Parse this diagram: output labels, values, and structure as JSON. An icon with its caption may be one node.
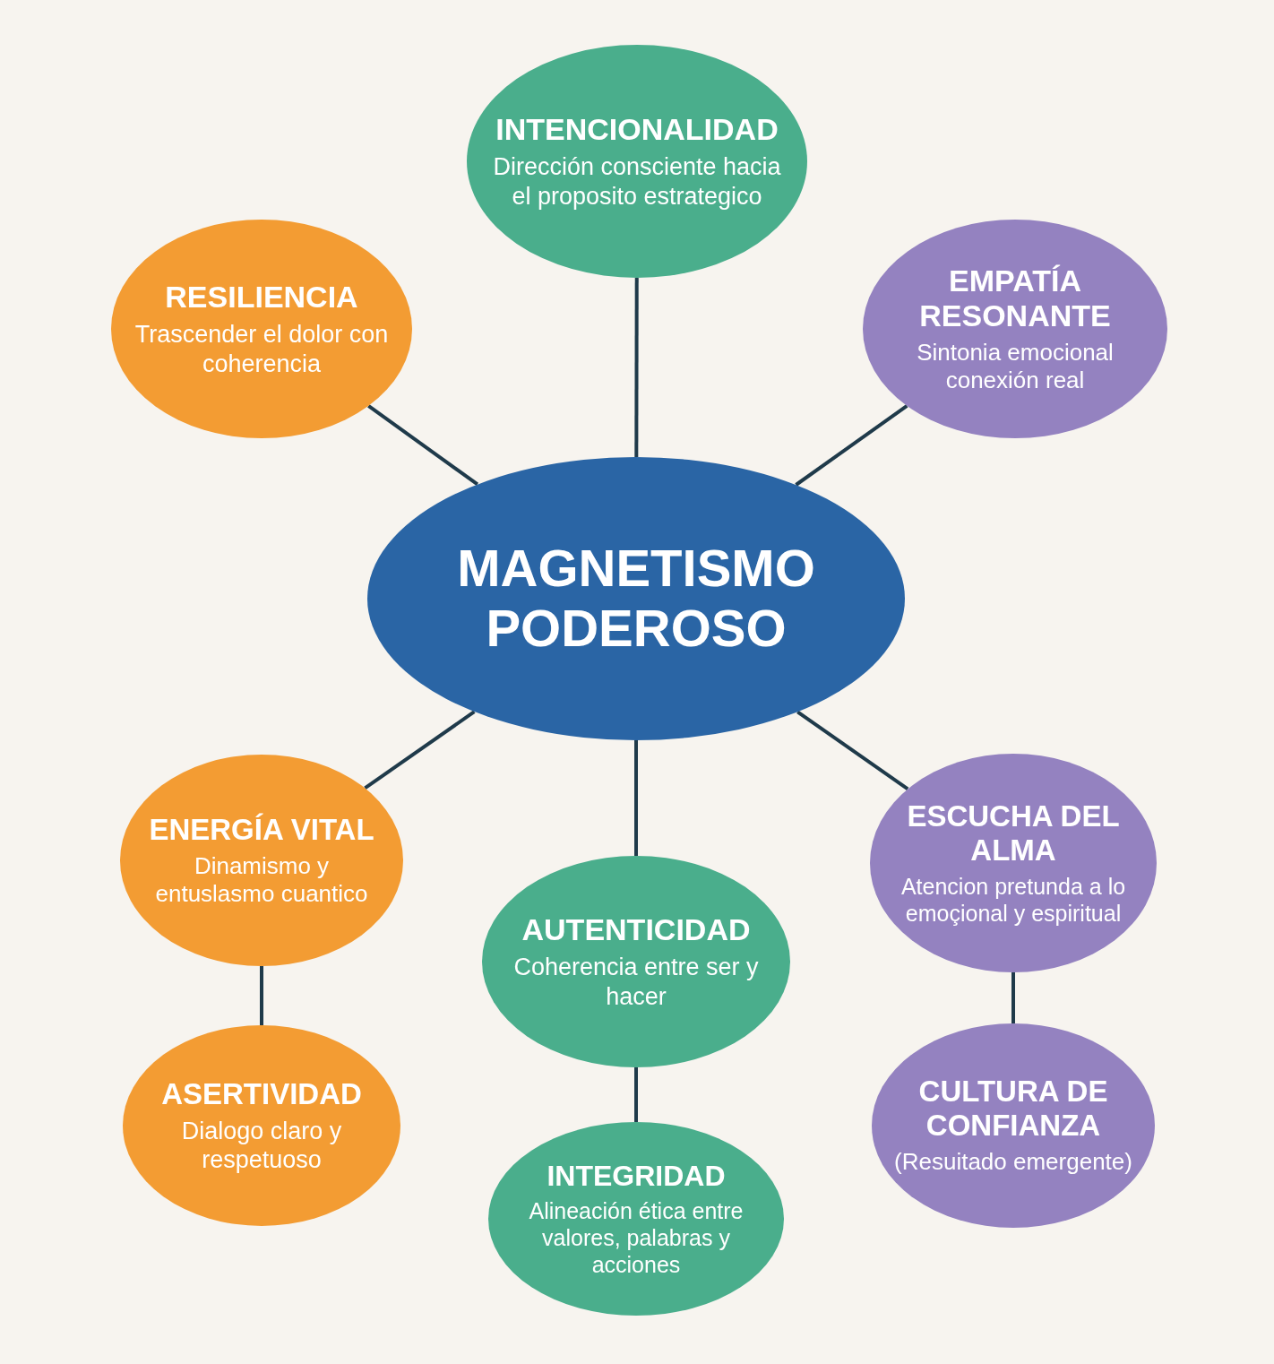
{
  "diagram": {
    "nodes": [
      {
        "text": [
          "MAGNETISMO PODEROSO"
        ]
      },
      {
        "text": [
          "INTENCIONALIDAD",
          "Dirección consciente hacia el proposito estrategico"
        ]
      },
      {
        "text": [
          "RESILIENCIA",
          "Trascender el dolor con coherencia"
        ]
      },
      {
        "text": [
          "EMPATÍA RESONANTE",
          "Sintonia emocional conexión real"
        ]
      },
      {
        "text": [
          "ENERGÍA VITAL",
          "Dinamismo y entuslasmo cuantico"
        ]
      },
      {
        "text": [
          "AUTENTICIDAD",
          "Coherencia entre ser y hacer"
        ]
      },
      {
        "text": [
          "ESCUCHA DEL ALMA",
          "Atencion pretunda a lo emoçional y espiritual"
        ]
      },
      {
        "text": [
          "ASERTIVIDAD",
          "Dialogo claro y respetuoso"
        ]
      },
      {
        "text": [
          "INTEGRIDAD",
          "Alineación ética entre valores, palabras y acciones"
        ]
      },
      {
        "text": [
          "CULTURA DE CONFIANZA",
          "(Resuitado emergente)"
        ]
      }
    ],
    "edges": [
      {
        "from": 0,
        "to": 1,
        "arrow": "none"
      },
      {
        "from": 0,
        "to": 2,
        "arrow": "none"
      },
      {
        "from": 0,
        "to": 3,
        "arrow": "none"
      },
      {
        "from": 0,
        "to": 4,
        "arrow": "none"
      },
      {
        "from": 0,
        "to": 5,
        "arrow": "none"
      },
      {
        "from": 0,
        "to": 6,
        "arrow": "none"
      },
      {
        "from": 4,
        "to": 7,
        "arrow": "none"
      },
      {
        "from": 5,
        "to": 8,
        "arrow": "none"
      },
      {
        "from": 6,
        "to": 9,
        "arrow": "none"
      }
    ]
  }
}
